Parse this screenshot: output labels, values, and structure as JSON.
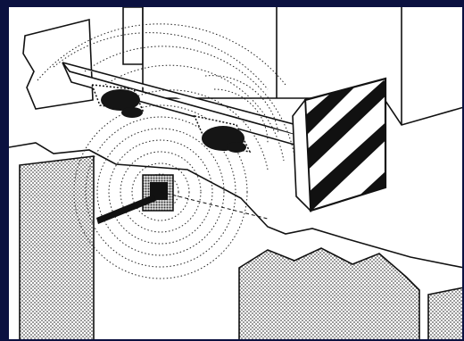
{
  "frame": {
    "border_color": "#0b1140",
    "paper_color": "#ffffff",
    "ink_color": "#111111"
  },
  "illustration": {
    "subject": "drawing",
    "elements": [
      "frame-border",
      "wall-block",
      "mounting-rail",
      "sensor-left",
      "sensor-right",
      "warning-sign",
      "ground-pits",
      "signal-waves",
      "signal-emitter",
      "emitter-rod"
    ]
  }
}
